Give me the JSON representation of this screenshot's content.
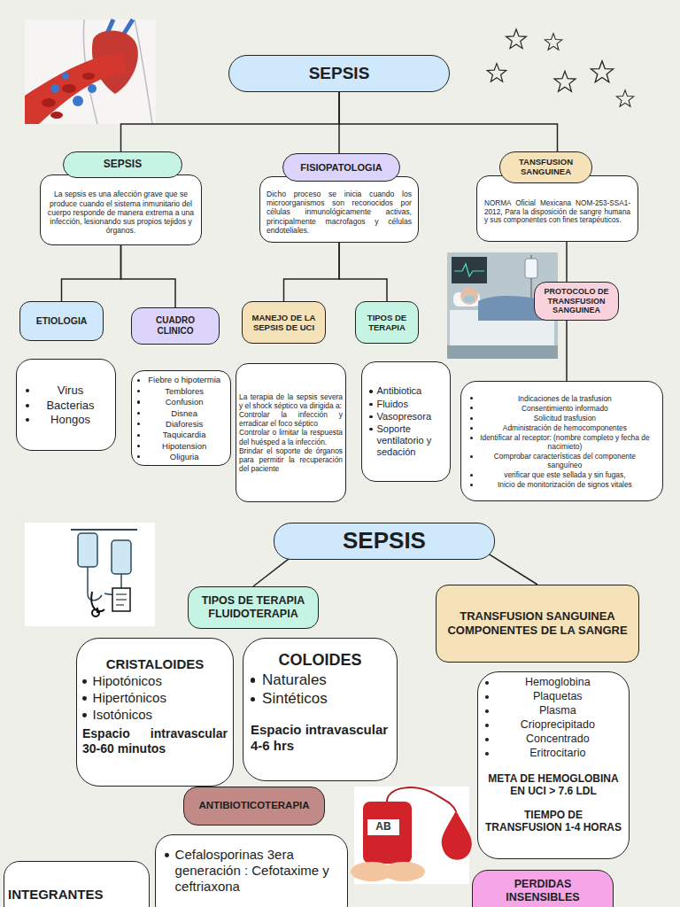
{
  "diagram": {
    "nodes": [
      {
        "text": [
          "SEPSIS"
        ]
      },
      {
        "text": [
          "SEPSIS",
          "La sepsis es una afección grave que se produce cuando el sistema inmunitario del cuerpo responde de manera extrema a una infección, lesionando sus propios tejidos y órganos."
        ]
      },
      {
        "text": [
          "FISIOPATOLOGIA",
          "Dicho proceso se inicia cuando los microorganismos son reconocidos por células inmunológicamente activas, principalmente macrofagos y células endoteliales."
        ]
      },
      {
        "text": [
          "TANSFUSION SANGUINEA",
          "NORMA Oficial Mexicana NOM-253-SSA1-2012, Para la disposición de sangre humana y sus componentes con fines terapéuticos."
        ]
      },
      {
        "text": [
          "ETIOLOGIA"
        ]
      },
      {
        "text": [
          "CUADRO CLINICO"
        ]
      },
      {
        "text": [
          "MANEJO DE LA SEPSIS DE UCI"
        ]
      },
      {
        "text": [
          "TIPOS DE TERAPIA"
        ]
      },
      {
        "text": [
          "PROTOCOLO DE TRANSFUSION SANGUINEA"
        ]
      },
      {
        "text": [
          "Virus",
          "Bacterias",
          "Hongos"
        ]
      },
      {
        "text": [
          "Fiebre o hipotermia",
          "Temblores",
          "Confusion",
          "Disnea",
          "Diaforesis",
          "Taquicardia",
          "Hipotension",
          "Oliguria"
        ]
      },
      {
        "text": [
          "La terapia de la sepsis severa y el shock séptico va dirigida a:",
          "Controlar la infección y erradicar el foco séptico",
          "Controlar o limitar la respuesta del huésped a la infección.",
          "Brindar el soporte de órganos para permitir la recuperación del paciente"
        ]
      },
      {
        "text": [
          "Antibiotica",
          "Fluidos",
          "Vasopresora",
          "Soporte ventilatorio y sedación"
        ]
      },
      {
        "text": [
          "Indicaciones de la trasfusion",
          "Consentimiento informado",
          "Solicitud trasfusion",
          "Administración de hemocomponentes",
          "Identificar al receptor: (nombre completo y fecha de nacimieto)",
          "Comprobar características del componente sanguíneo",
          "verificar que este sellada y sin fugas,",
          "Inicio de monitorización de signos vitales"
        ]
      },
      {
        "text": [
          "SEPSIS"
        ]
      },
      {
        "text": [
          "TIPOS DE TERAPIA FLUIDOTERAPIA"
        ]
      },
      {
        "text": [
          "TRANSFUSION SANGUINEA COMPONENTES DE LA SANGRE"
        ]
      },
      {
        "text": [
          "CRISTALOIDES",
          "Hipotónicos",
          "Hipertónicos",
          "Isotónicos",
          "Espacio intravascular 30-60 minutos"
        ]
      },
      {
        "text": [
          "COLOIDES",
          "Naturales",
          "Sintéticos",
          "Espacio intravascular 4-6 hrs"
        ]
      },
      {
        "text": [
          "Hemoglobina",
          "Plaquetas",
          "Plasma",
          "Crioprecipitado",
          "Concentrado",
          "Eritrocitario",
          "META DE HEMOGLOBINA EN UCI > 7.6 LDL",
          "TIEMPO DE TRANSFUSION 1-4 HORAS"
        ]
      },
      {
        "text": [
          "ANTIBIOTICOTERAPIA"
        ]
      },
      {
        "text": [
          "Cefalosporinas 3era generación : Cefotaxime y ceftriaxona"
        ]
      },
      {
        "text": [
          "INTEGRANTES"
        ]
      },
      {
        "text": [
          "PERDIDAS INSENSIBLES"
        ]
      }
    ],
    "edges": [
      {
        "from": 0,
        "to": 1,
        "arrow": "none"
      },
      {
        "from": 0,
        "to": 2,
        "arrow": "none"
      },
      {
        "from": 0,
        "to": 3,
        "arrow": "none"
      },
      {
        "from": 1,
        "to": 4,
        "arrow": "none"
      },
      {
        "from": 1,
        "to": 5,
        "arrow": "none"
      },
      {
        "from": 2,
        "to": 6,
        "arrow": "none"
      },
      {
        "from": 2,
        "to": 7,
        "arrow": "none"
      },
      {
        "from": 3,
        "to": 8,
        "arrow": "none"
      },
      {
        "from": 8,
        "to": 13,
        "arrow": "none"
      },
      {
        "from": 14,
        "to": 15,
        "arrow": "none"
      },
      {
        "from": 14,
        "to": 16,
        "arrow": "none"
      }
    ],
    "labels": [
      "AB"
    ]
  }
}
